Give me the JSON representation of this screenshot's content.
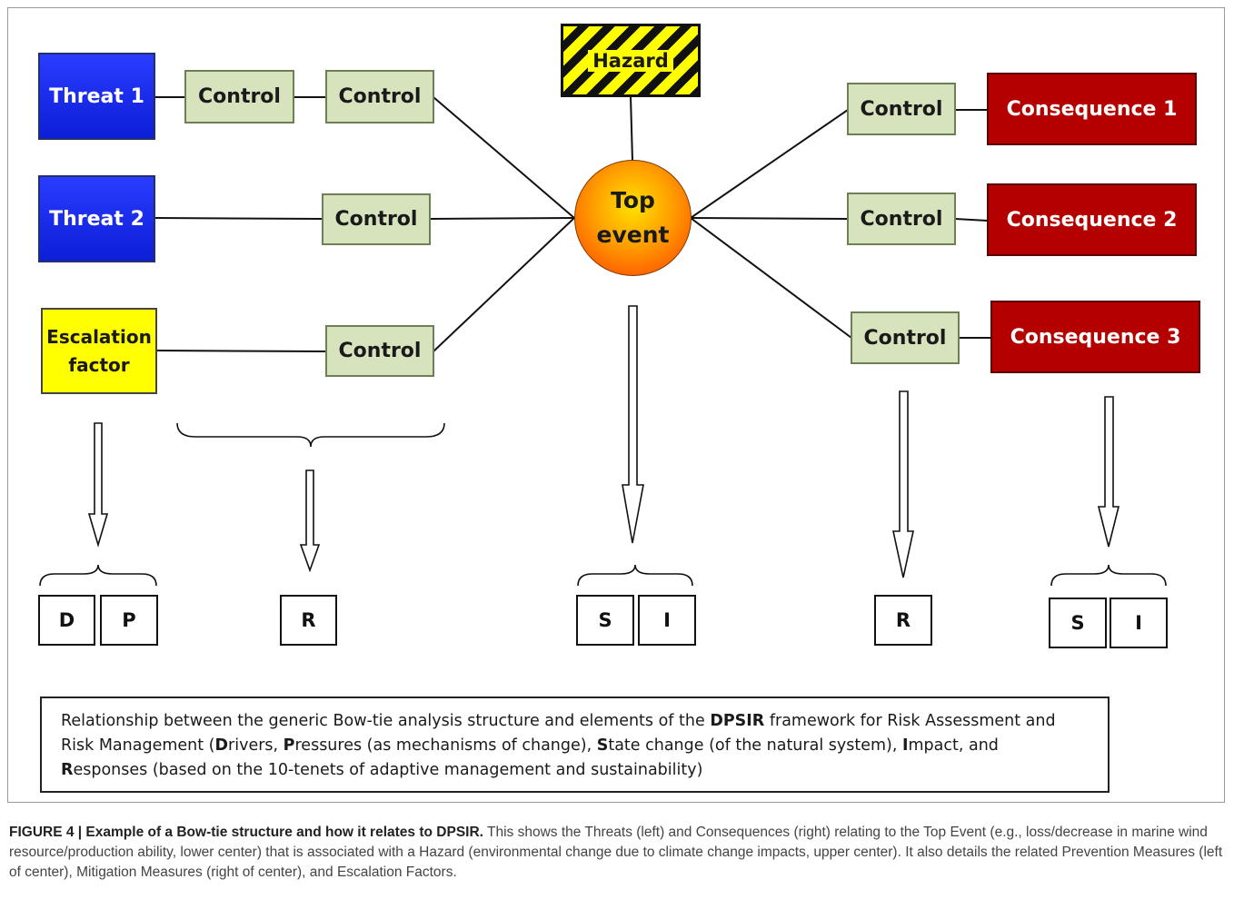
{
  "diagram": {
    "threats": [
      "Threat 1",
      "Threat 2"
    ],
    "escalation_factor": [
      "Escalation",
      "factor"
    ],
    "control_label": "Control",
    "hazard": "Hazard",
    "top_event": [
      "Top",
      "event"
    ],
    "consequences": [
      "Consequence 1",
      "Consequence 2",
      "Consequence 3"
    ],
    "dpsir_boxes": {
      "d": "D",
      "p": "P",
      "r_left": "R",
      "s_center": "S",
      "i_center": "I",
      "r_right": "R",
      "s_right": "S",
      "i_right": "I"
    },
    "colors": {
      "threat": "#1414e6",
      "control": "#d6e3bd",
      "consequence": "#b50000",
      "escalation": "#ffff00",
      "top_event": "#ff7a00",
      "hazard_stripe": "#ffff00"
    }
  },
  "note": {
    "line1_prefix": "Relationship between the generic Bow-tie analysis structure and elements of the ",
    "line1_bold": "DPSIR",
    "line1_suffix": " framework for Risk Assessment and",
    "line2_prefix": "Risk Management (",
    "d_bold": "D",
    "d_rest": "rivers, ",
    "p_bold": "P",
    "p_rest": "ressures (as mechanisms of change), ",
    "s_bold": "S",
    "s_rest": "tate change (of the natural system), ",
    "i_bold": "I",
    "i_rest": "mpact, and",
    "r_bold": "R",
    "r_rest": "esponses (based on the 10-tenets of adaptive management and sustainability)"
  },
  "caption": {
    "label": "FIGURE 4 | Example of a Bow-tie structure and how it relates to DPSIR.",
    "text": " This shows the Threats (left) and Consequences (right) relating to the Top Event (e.g., loss/decrease in marine wind resource/production ability, lower center) that is associated with a Hazard (environmental change due to climate change impacts, upper center). It also details the related Prevention Measures (left of center), Mitigation Measures (right of center), and Escalation Factors."
  }
}
